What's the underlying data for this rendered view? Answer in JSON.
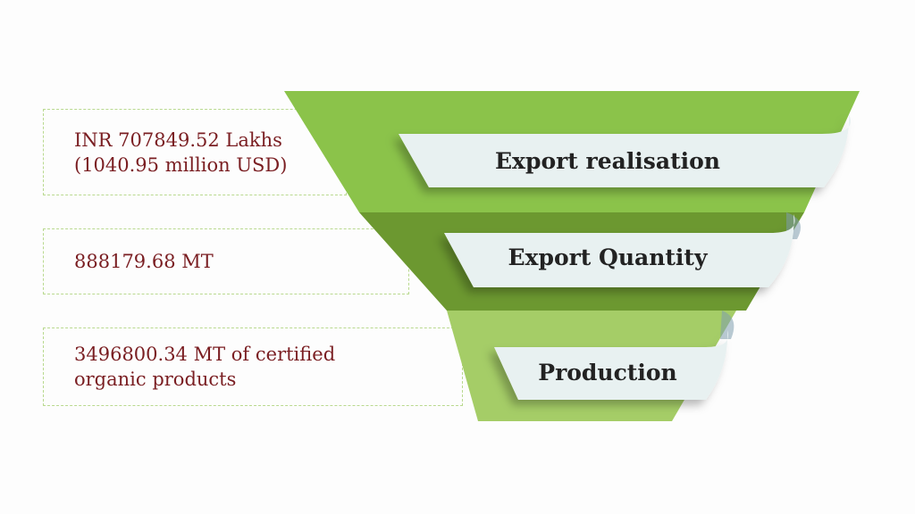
{
  "colors": {
    "tier_top": "#8bc34a",
    "tier_top_dark": "#6e9c34",
    "tier_middle": "#6c9830",
    "tier_bottom": "#a5cd67",
    "tier_bottom_dark": "#7aa840",
    "label_bg": "#e8f1f1",
    "label_text": "#222222",
    "value_text": "#7a1e22",
    "box_border": "#b9d98f"
  },
  "stages": [
    {
      "label": "Export realisation",
      "value_lines": [
        "INR 707849.52 Lakhs",
        "(1040.95 million USD)"
      ]
    },
    {
      "label": "Export Quantity",
      "value_lines": [
        "888179.68 MT"
      ]
    },
    {
      "label": "Production",
      "value_lines": [
        "3496800.34 MT of certified",
        "organic products"
      ]
    }
  ]
}
